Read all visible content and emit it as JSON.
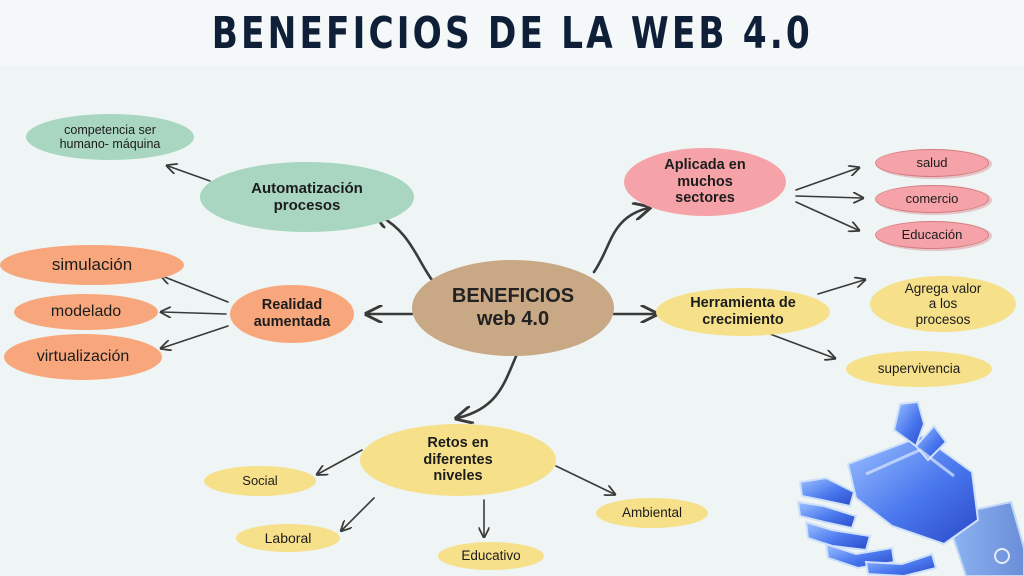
{
  "title": "BENEFICIOS DE LA WEB 4.0",
  "center": "BENEFICIOS web 4.0",
  "automatizacion": {
    "label": "Automatización procesos",
    "children": [
      "competencia ser humano- máquina"
    ]
  },
  "realidad": {
    "label": "Realidad aumentada",
    "children": [
      "simulación",
      "modelado",
      "virtualización"
    ]
  },
  "aplicada": {
    "label": "Aplicada en muchos sectores",
    "children": [
      "salud",
      "comercio",
      "Educación"
    ]
  },
  "herramienta": {
    "label": "Herramienta de crecimiento",
    "children": [
      "Agrega valor a los procesos",
      "supervivencia"
    ]
  },
  "retos": {
    "label": "Retos en diferentes niveles",
    "children": [
      "Social",
      "Laboral",
      "Educativo",
      "Ambiental"
    ]
  },
  "colors": {
    "green": "#a9d6c0",
    "orange": "#f8a77c",
    "pink": "#f5a3a8",
    "yellow": "#f7e08a",
    "center": "#c9a886",
    "arrow": "#3a3a3a"
  }
}
